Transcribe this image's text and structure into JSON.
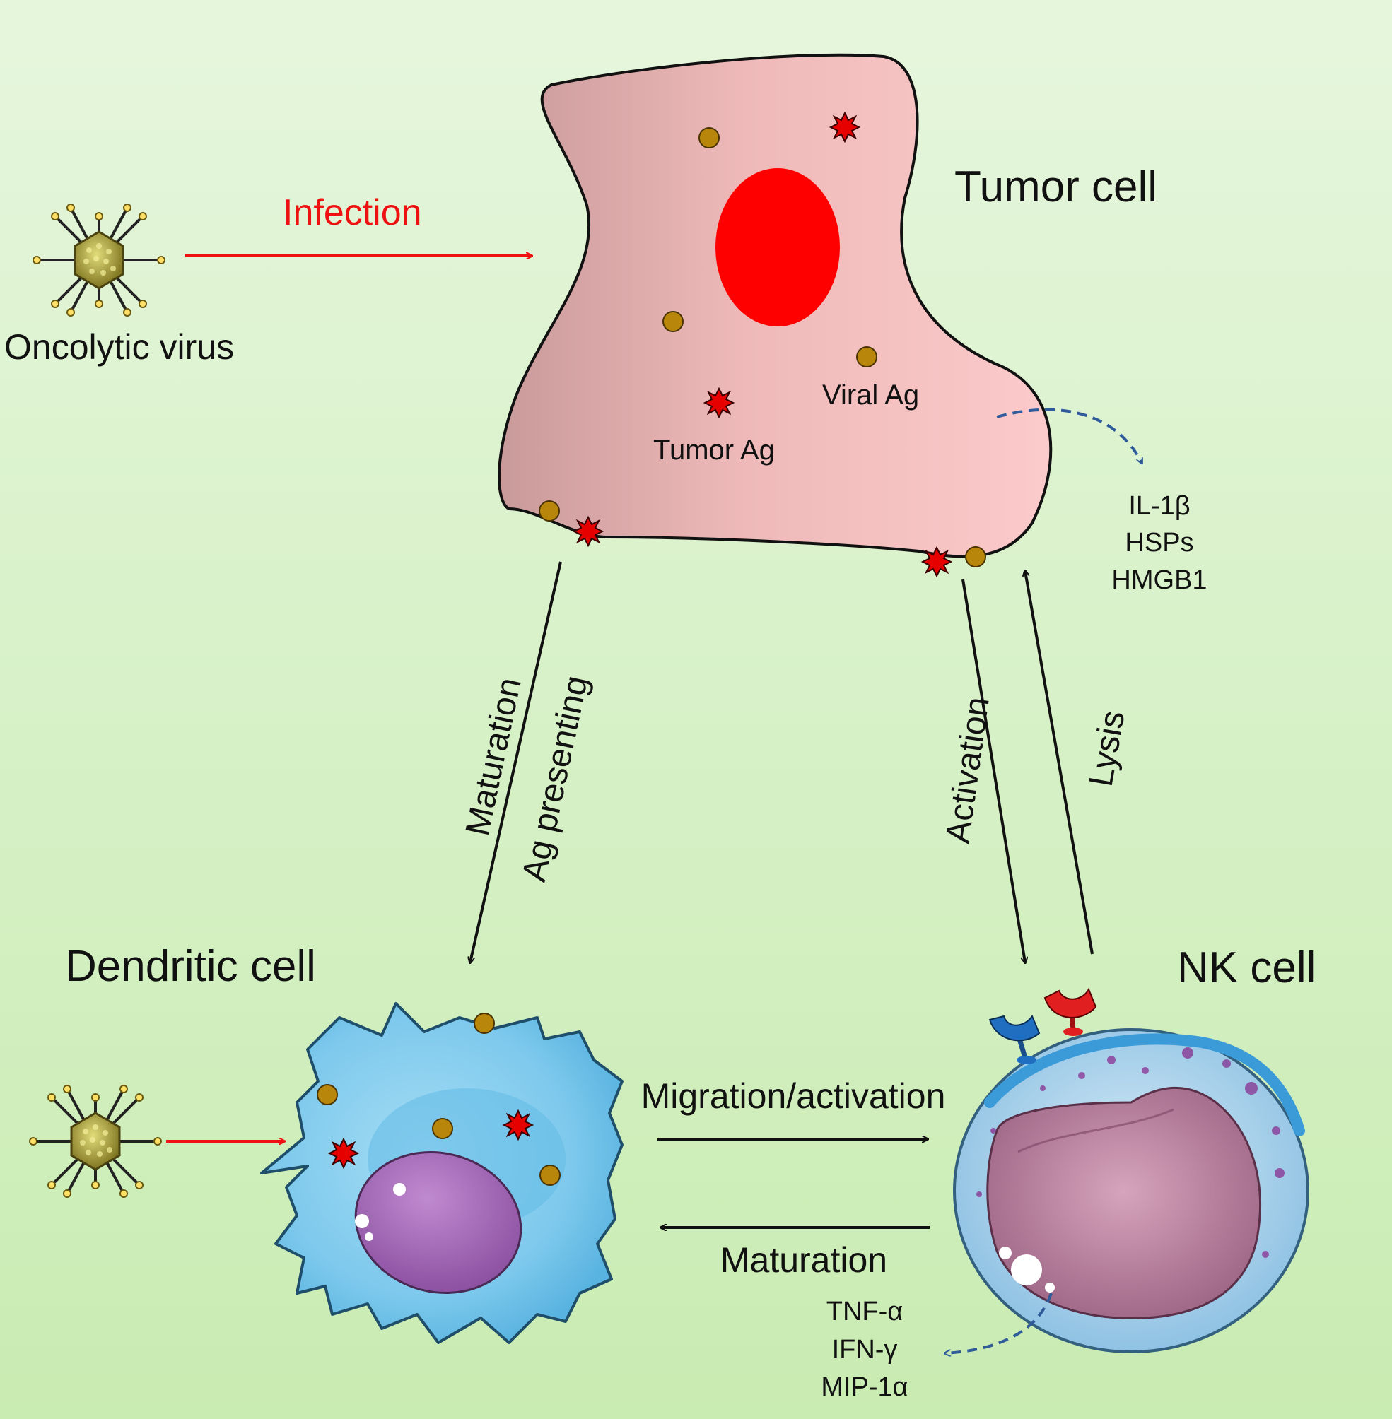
{
  "nodes": {
    "tumor_cell": "Tumor cell",
    "dendritic_cell": "Dendritic cell",
    "nk_cell": "NK cell",
    "oncolytic_virus": "Oncolytic virus"
  },
  "antigens": {
    "viral": "Viral Ag",
    "tumor": "Tumor Ag"
  },
  "edges": {
    "infection": "Infection",
    "maturation_top": "Maturation",
    "ag_presenting": "Ag presenting",
    "activation": "Activation",
    "lysis": "Lysis",
    "migration_activation": "Migration/activation",
    "maturation_bottom": "Maturation"
  },
  "tumor_release": [
    "IL-1β",
    "HSPs",
    "HMGB1"
  ],
  "nk_release": [
    "TNF-α",
    "IFN-γ",
    "MIP-1α"
  ],
  "colors": {
    "background_top": "#e9f7e0",
    "background_bottom": "#cfeeb9",
    "tumor_cell": "#f3bcbc",
    "nucleus": "#ff0000",
    "viral_ag": "#b8860b",
    "tumor_ag": "#e60000",
    "infection_arrow": "#ee1111",
    "dashed_arrow": "#2f5b9a",
    "dendritic_cell": "#8fd3f2",
    "nk_nucleus": "#b07a9c"
  }
}
